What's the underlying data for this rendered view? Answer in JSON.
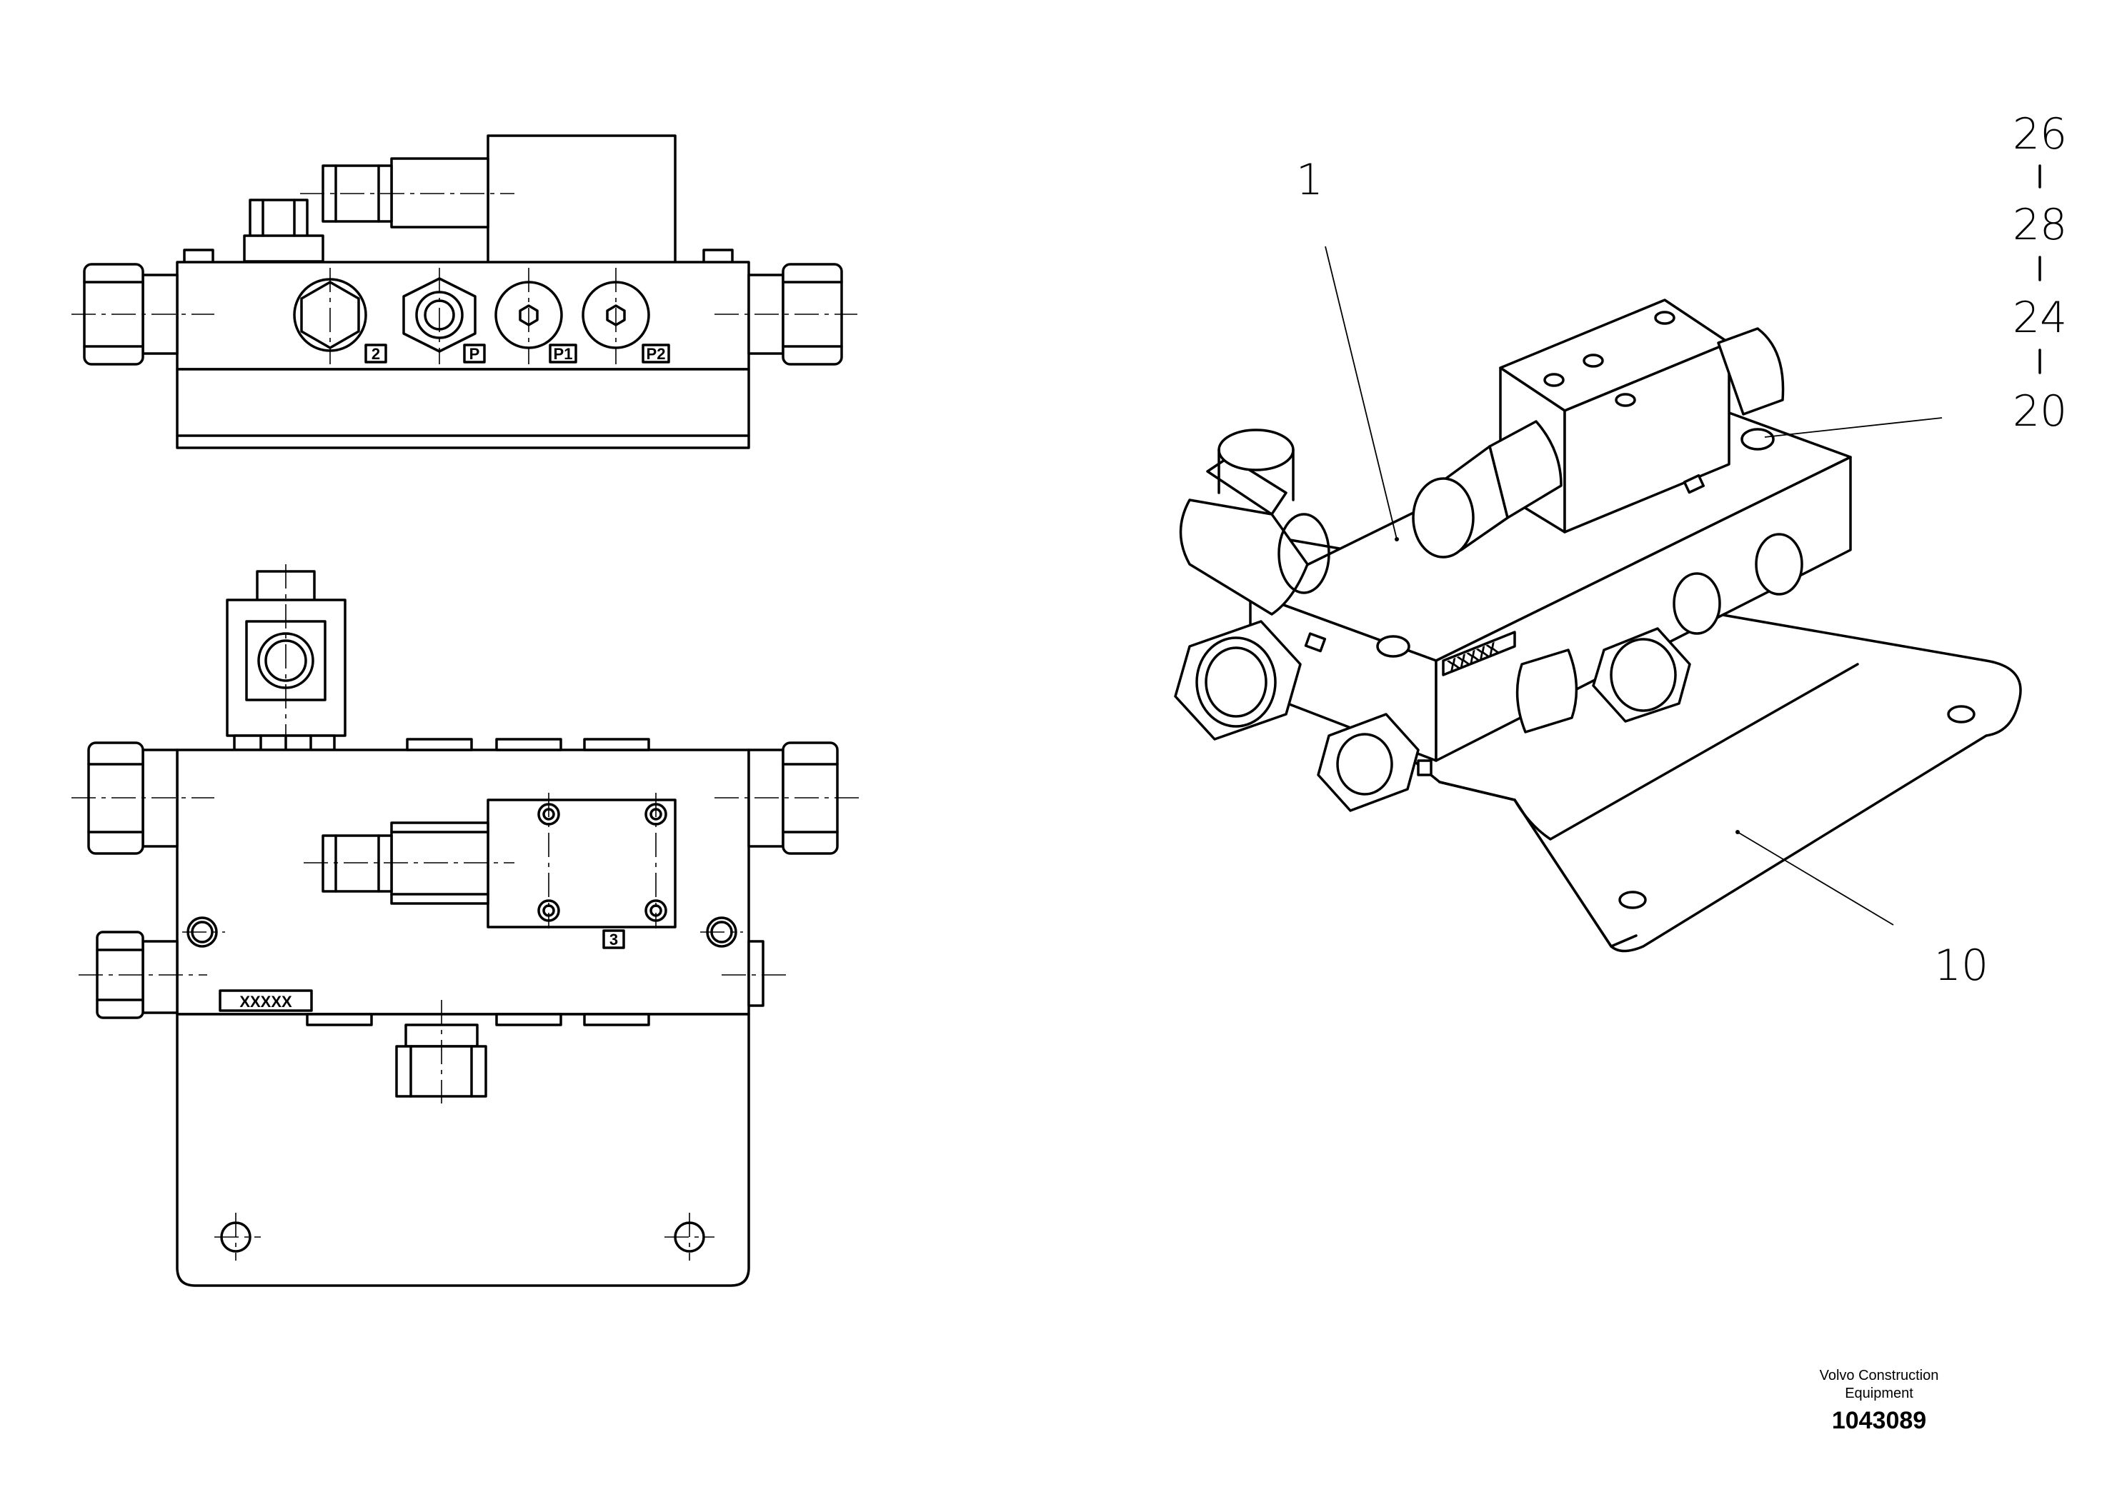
{
  "front_view": {
    "port_labels": [
      "2",
      "P",
      "P1",
      "P2"
    ]
  },
  "top_view": {
    "marking": "XXXXX",
    "port_label": "3"
  },
  "iso_view": {
    "marking": "XXXXX"
  },
  "callouts": {
    "item1": "1",
    "item10": "10",
    "stack": [
      "26",
      "28",
      "24",
      "20"
    ]
  },
  "footer": {
    "company_line1": "Volvo Construction",
    "company_line2": "Equipment",
    "drawing_number": "1043089"
  }
}
